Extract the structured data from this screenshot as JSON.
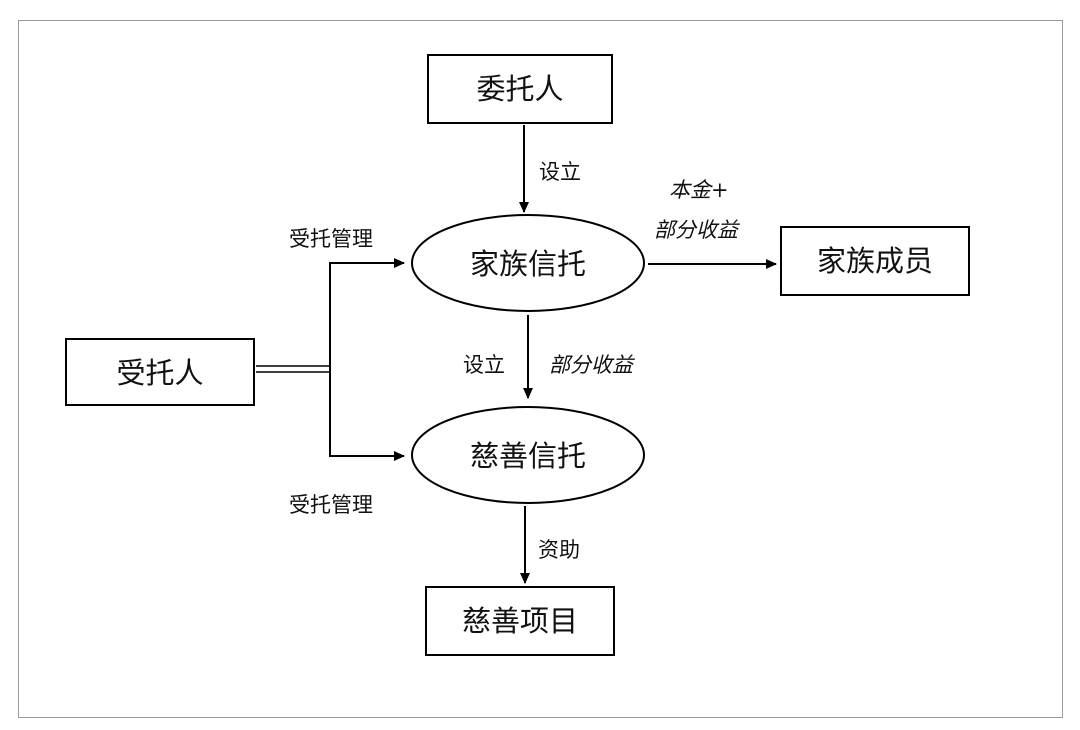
{
  "nodes": {
    "settlor": "委托人",
    "family_trust": "家族信托",
    "family_members": "家族成员",
    "trustee": "受托人",
    "charitable_trust": "慈善信托",
    "charity_projects": "慈善项目"
  },
  "edges": {
    "settlor_to_family_trust": "设立",
    "family_trust_to_members_line1": "本金+",
    "family_trust_to_members_line2": "部分收益",
    "trustee_to_family_trust": "受托管理",
    "family_to_charitable_setup": "设立",
    "family_to_charitable_income": "部分收益",
    "trustee_to_charitable_trust": "受托管理",
    "charitable_to_projects": "资助"
  }
}
